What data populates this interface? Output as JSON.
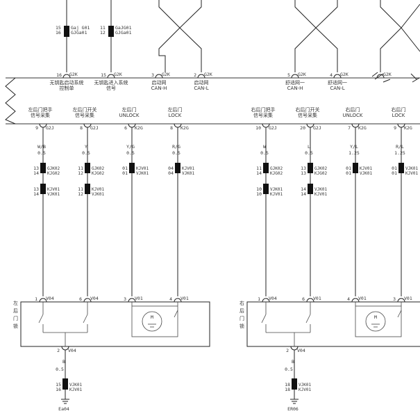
{
  "top_connectors": [
    {
      "pins": "15\n16",
      "codes": "Gaj G01\nGJGa01"
    },
    {
      "pins": "11\n12",
      "codes": "GaJG01\nGJGa01"
    }
  ],
  "bus_top_pins": [
    {
      "pin": "16",
      "code": "G2K",
      "label": "无钥匙启动系统\n控制单"
    },
    {
      "pin": "15",
      "code": "G2K",
      "label": "无钥匙进入系统\n信号"
    },
    {
      "pin": "3",
      "code": "G2K",
      "label": "启动网\nCAN-H"
    },
    {
      "pin": "2",
      "code": "G2K",
      "label": "启动网\nCAN-L"
    },
    {
      "pin": "5",
      "code": "G2K",
      "label": "舒适网一\nCAN-H"
    },
    {
      "pin": "4",
      "code": "G2K",
      "label": "舒适网一\nCAN-L"
    },
    {
      "pin": "",
      "code": "G2K",
      "label": ""
    }
  ],
  "bus_bottom_pins": [
    {
      "label": "左后门把手\n信号采集",
      "pin": "9",
      "code": "G2J"
    },
    {
      "label": "左后门开关\n信号采集",
      "pin": "8",
      "code": "G2J"
    },
    {
      "label": "左后门\nUNLOCK",
      "pin": "6",
      "code": "K2G"
    },
    {
      "label": "左后门\nLOCK",
      "pin": "8",
      "code": "K2G"
    },
    {
      "label": "右后门把手\n信号采集",
      "pin": "10",
      "code": "G2J"
    },
    {
      "label": "右后门开关\n信号采集",
      "pin": "20",
      "code": "G2J"
    },
    {
      "label": "右后门\nUNLOCK",
      "pin": "7",
      "code": "K2G"
    },
    {
      "label": "右后门\nLOCK",
      "pin": "9",
      "code": "K2G"
    }
  ],
  "wires": [
    {
      "color": "W/B",
      "gauge": "0.5"
    },
    {
      "color": "Y",
      "gauge": "0.5"
    },
    {
      "color": "Y/G",
      "gauge": "0.5"
    },
    {
      "color": "R/G",
      "gauge": "0.5"
    },
    {
      "color": "W",
      "gauge": "0.5"
    },
    {
      "color": "L",
      "gauge": "0.5"
    },
    {
      "color": "Y/L",
      "gauge": "1.25"
    },
    {
      "color": "R/L",
      "gauge": "1.25"
    }
  ],
  "inline_connectors": [
    {
      "upper_pins": "13\n14",
      "upper_codes": "GJK02\nKJG02",
      "lower_pins": "13\n14",
      "lower_codes": "KJV01\nVJK01"
    },
    {
      "upper_pins": "11\n12",
      "upper_codes": "GJK02\nKJG02",
      "lower_pins": "11\n12",
      "lower_codes": "KJV01\nVJK01"
    },
    {
      "upper_pins": "01\n01",
      "upper_codes": "KJV01\nVJK01",
      "lower_pins": "",
      "lower_codes": ""
    },
    {
      "upper_pins": "04\n04",
      "upper_codes": "KJV01\nVJK01",
      "lower_pins": "",
      "lower_codes": ""
    },
    {
      "upper_pins": "11\n14",
      "upper_codes": "GJK02\nKJG02",
      "lower_pins": "10\n10",
      "lower_codes": "VJK01\nKJV01"
    },
    {
      "upper_pins": "13\n13",
      "upper_codes": "GJK02\nKJG02",
      "lower_pins": "14\n14",
      "lower_codes": "VJK01\nKJV01"
    },
    {
      "upper_pins": "01\n01",
      "upper_codes": "KJV01\nVJK01",
      "lower_pins": "",
      "lower_codes": ""
    },
    {
      "upper_pins": "01\n01",
      "upper_codes": "VJK01\nKJV01",
      "lower_pins": "",
      "lower_codes": ""
    }
  ],
  "door_locks": [
    {
      "title": "左后门锁",
      "pins": [
        {
          "pin": "1",
          "code": "V04"
        },
        {
          "pin": "6",
          "code": "V04"
        },
        {
          "pin": "3",
          "code": "V01"
        },
        {
          "pin": "4",
          "code": "V01"
        }
      ],
      "motor": "M",
      "ground_pin": "2",
      "ground_code": "V04",
      "ground_wire": "B",
      "ground_gauge": "0.5",
      "ground_conn_pins": "15\n16",
      "ground_conn_codes": "VJK01\nKJV01",
      "ground_label": "Ea04"
    },
    {
      "title": "右后门锁",
      "pins": [
        {
          "pin": "1",
          "code": "V04"
        },
        {
          "pin": "6",
          "code": "V01"
        },
        {
          "pin": "4",
          "code": "V01"
        },
        {
          "pin": "3",
          "code": "V01"
        }
      ],
      "motor": "M",
      "ground_pin": "2",
      "ground_code": "V04",
      "ground_wire": "B",
      "ground_gauge": "0.5",
      "ground_conn_pins": "18\n18",
      "ground_conn_codes": "VJK01\nKJV01",
      "ground_label": "ER06"
    }
  ]
}
